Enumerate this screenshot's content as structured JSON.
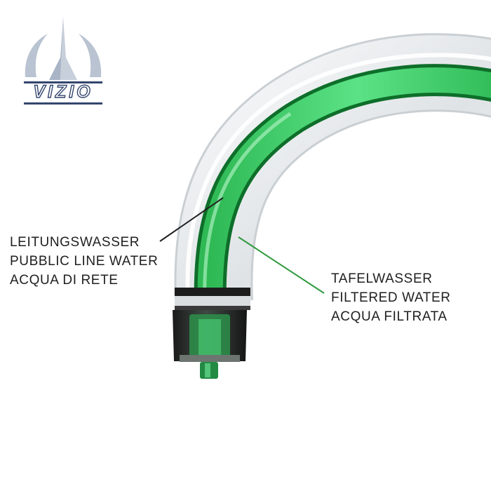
{
  "brand": {
    "logo_text": "VIZIO"
  },
  "callouts": {
    "public_water": {
      "lines": [
        "LEITUNGSWASSER",
        "PUBBLIC LINE WATER",
        "ACQUA DI RETE"
      ],
      "leader_color": "#222222"
    },
    "filtered_water": {
      "lines": [
        "TAFELWASSER",
        "FILTERED WATER",
        "ACQUA FILTRATA"
      ],
      "leader_color": "#2e9a3e"
    }
  },
  "colors": {
    "background": "#ffffff",
    "outer_pipe": "#e9ecee",
    "inner_channel": "#3ccf64",
    "inner_channel_edge": "#0e6e2a",
    "logo_blue": "#34466e"
  },
  "icons": {
    "logo": "tower-spire-logo-icon"
  }
}
